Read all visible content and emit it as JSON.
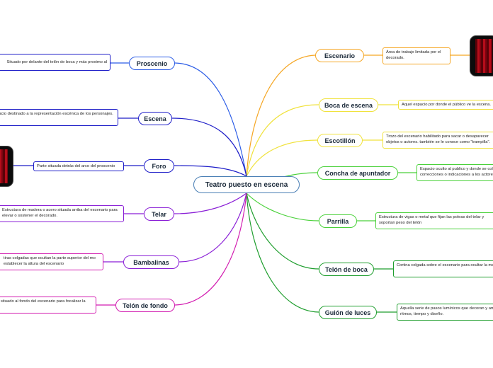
{
  "central": "Teatro puesto en escena",
  "colors": {
    "orange": "#f5a623",
    "yellow": "#f0e23c",
    "green": "#4ad13a",
    "darkgreen": "#1f9e2e",
    "blue": "#2b5ce6",
    "navy": "#1e1ec8",
    "purple": "#8a1fd6",
    "magenta": "#d21bb0",
    "central": "#4a7fb5"
  },
  "left_topics": [
    {
      "label": "Proscenio",
      "note": "Situado por delante del telón de boca y más proximo al"
    },
    {
      "label": "Escena",
      "note": "espacio destinado a la representación escénica de los personajes."
    },
    {
      "label": "Foro",
      "note": "Parte situada detrás del arco del proscenio"
    },
    {
      "label": "Telar",
      "note": "Estructura de madera o acero situada arriba del escenario para elevar o sostener el decorado."
    },
    {
      "label": "Bambalinas",
      "note": "tiras colgadas que ocultan la parte superior del mo establecer la altura del escenario"
    },
    {
      "label": "Telón de fondo",
      "note": "situado al fondo del escenario para focalizar la"
    }
  ],
  "right_topics": [
    {
      "label": "Escenario",
      "note": "Área de trabajo limitada por el decorado."
    },
    {
      "label": "Boca de escena",
      "note": "Aquel espacio por donde el público ve la escena."
    },
    {
      "label": "Escotillón",
      "note": "Trozo del escenario habilitado para sacar o desaparecer objetos o actores. también se le conoce como \"trampilla\"."
    },
    {
      "label": "Concha de apuntador",
      "note": "Espacio oculto al publico y donde se colocaba el apuntador para hacer ciertas correcciones o indicaciones a los actores."
    },
    {
      "label": "Parrilla",
      "note": "Estructura de vigas o metal que fijan las poleas del telar y soportan peso del telón"
    },
    {
      "label": "Telón de boca",
      "note": "Cortina colgada sobre el escenario para ocultar la maquinaria y las bambalinas"
    },
    {
      "label": "Guión de luces",
      "note": "Aquella serie de pasos lumínicos que decoran y ambientan la escena según sus ritmos, tiempo y diseño."
    }
  ]
}
